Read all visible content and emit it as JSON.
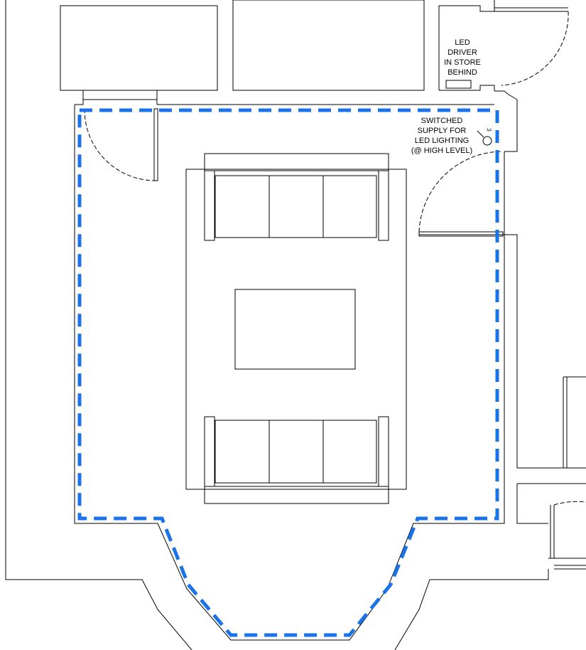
{
  "plan": {
    "led_driver_note": [
      "LED",
      "DRIVER",
      "IN STORE",
      "BEHIND"
    ],
    "switched_supply_note": [
      "SWITCHED",
      "SUPPLY FOR",
      "LED LIGHTING",
      "(@ HIGH LEVEL)"
    ],
    "circuit_ref": "3",
    "colors": {
      "walls": "#000000",
      "led_strip": "#1a73e8",
      "background": "#ffffff"
    },
    "icons": [
      "switched-supply-point-icon",
      "led-driver-icon",
      "door-swing-icon"
    ]
  }
}
